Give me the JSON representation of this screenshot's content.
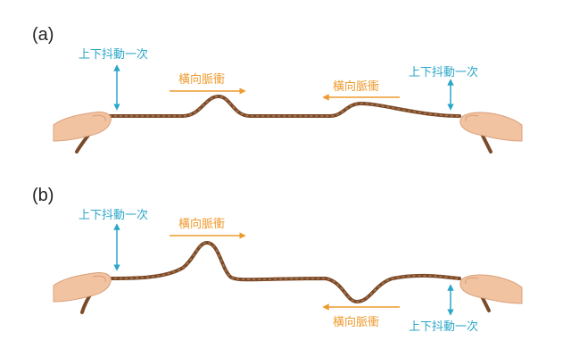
{
  "panels": [
    {
      "label": "(a)",
      "left_shake": "上下抖動一次",
      "left_pulse": "橫向脈衝",
      "right_pulse": "橫向脈衝",
      "right_shake": "上下抖動一次"
    },
    {
      "label": "(b)",
      "left_shake": "上下抖動一次",
      "left_pulse": "橫向脈衝",
      "right_pulse": "橫向脈衝",
      "right_shake": "上下抖動一次"
    }
  ],
  "colors": {
    "rope": "#7a4a2a",
    "rope_highlight": "#b07a4e",
    "arrow_blue": "#2aa6c8",
    "arrow_orange": "#ee9a2e",
    "skin": "#f2c3a0"
  },
  "icons": [
    "left-hand-icon",
    "right-hand-icon"
  ]
}
